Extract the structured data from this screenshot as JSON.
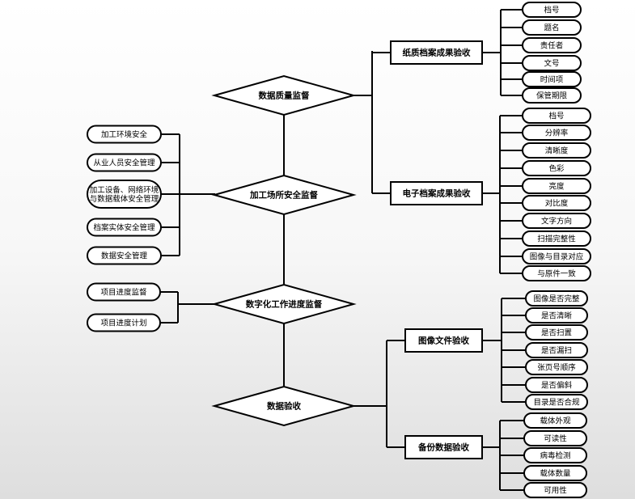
{
  "diamonds": [
    {
      "label": "数据质量监督"
    },
    {
      "label": "加工场所安全监督"
    },
    {
      "label": "数字化工作进度监督"
    },
    {
      "label": "数据验收"
    }
  ],
  "safety_items": [
    "加工环境安全",
    "从业人员安全管理",
    "加工设备、网络环境\n与数据载体安全管理",
    "档案实体安全管理",
    "数据安全管理"
  ],
  "progress_items": [
    "项目进度监督",
    "项目进度计划"
  ],
  "paper_box": {
    "label": "纸质档案成果验收",
    "items": [
      "档号",
      "题名",
      "责任者",
      "文号",
      "时间项",
      "保管期限"
    ]
  },
  "electronic_box": {
    "label": "电子档案成果验收",
    "items": [
      "档号",
      "分辨率",
      "清晰度",
      "色彩",
      "亮度",
      "对比度",
      "文字方向",
      "扫描完整性",
      "图像与目录对应",
      "与原件一致"
    ]
  },
  "image_box": {
    "label": "图像文件验收",
    "items": [
      "图像是否完整",
      "是否清晰",
      "是否扫置",
      "是否漏扫",
      "张页号顺序",
      "是否偏斜",
      "目录是否合规"
    ]
  },
  "backup_box": {
    "label": "备份数据验收",
    "items": [
      "载体外观",
      "可读性",
      "病毒检测",
      "载体数量",
      "可用性"
    ]
  }
}
